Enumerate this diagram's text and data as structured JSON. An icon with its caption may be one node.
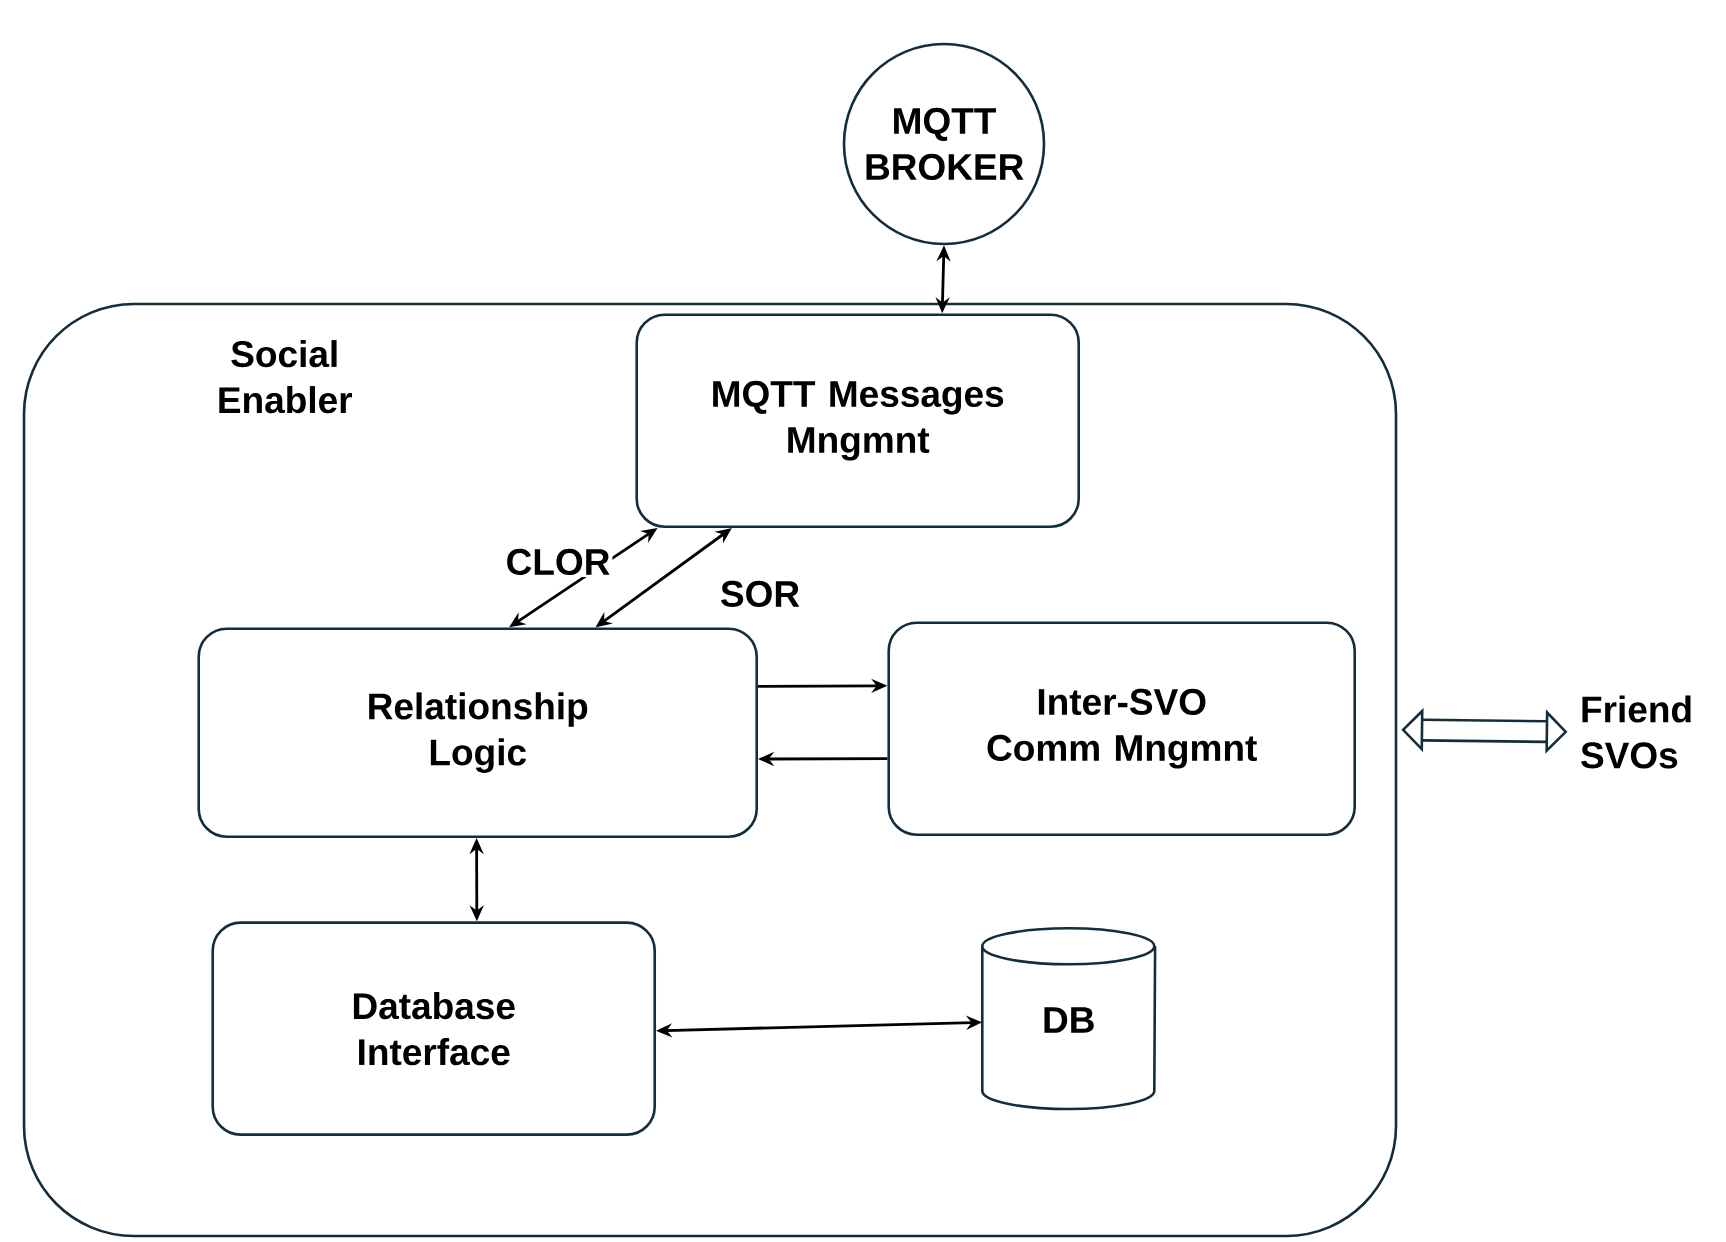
{
  "diagram": {
    "nodes": [
      {
        "text": [
          "Social Enabler"
        ]
      },
      {
        "text": [
          "MQTT BROKER"
        ]
      },
      {
        "text": [
          "MQTT Messages Mngmnt"
        ],
        "in": 0
      },
      {
        "text": [
          "Relationship Logic"
        ],
        "in": 0
      },
      {
        "text": [
          "Inter-SVO Comm Mngmnt"
        ],
        "in": 0
      },
      {
        "text": [
          "Database Interface"
        ],
        "in": 0
      },
      {
        "text": [
          "DB"
        ],
        "in": 0
      },
      {
        "text": [
          "Friend SVOs"
        ]
      }
    ],
    "edges": [
      {
        "from": 1,
        "to": 2,
        "arrow": "both"
      },
      {
        "from": 3,
        "to": 2,
        "arrow": "both",
        "label": "CLOR"
      },
      {
        "from": 3,
        "to": 2,
        "arrow": "both",
        "label": "SOR"
      },
      {
        "from": 3,
        "to": 4,
        "arrow": "to"
      },
      {
        "from": 4,
        "to": 3,
        "arrow": "to"
      },
      {
        "from": 3,
        "to": 5,
        "arrow": "both"
      },
      {
        "from": 5,
        "to": 6,
        "arrow": "both"
      },
      {
        "from": 0,
        "to": 7,
        "arrow": "both",
        "style": "thick"
      }
    ]
  }
}
